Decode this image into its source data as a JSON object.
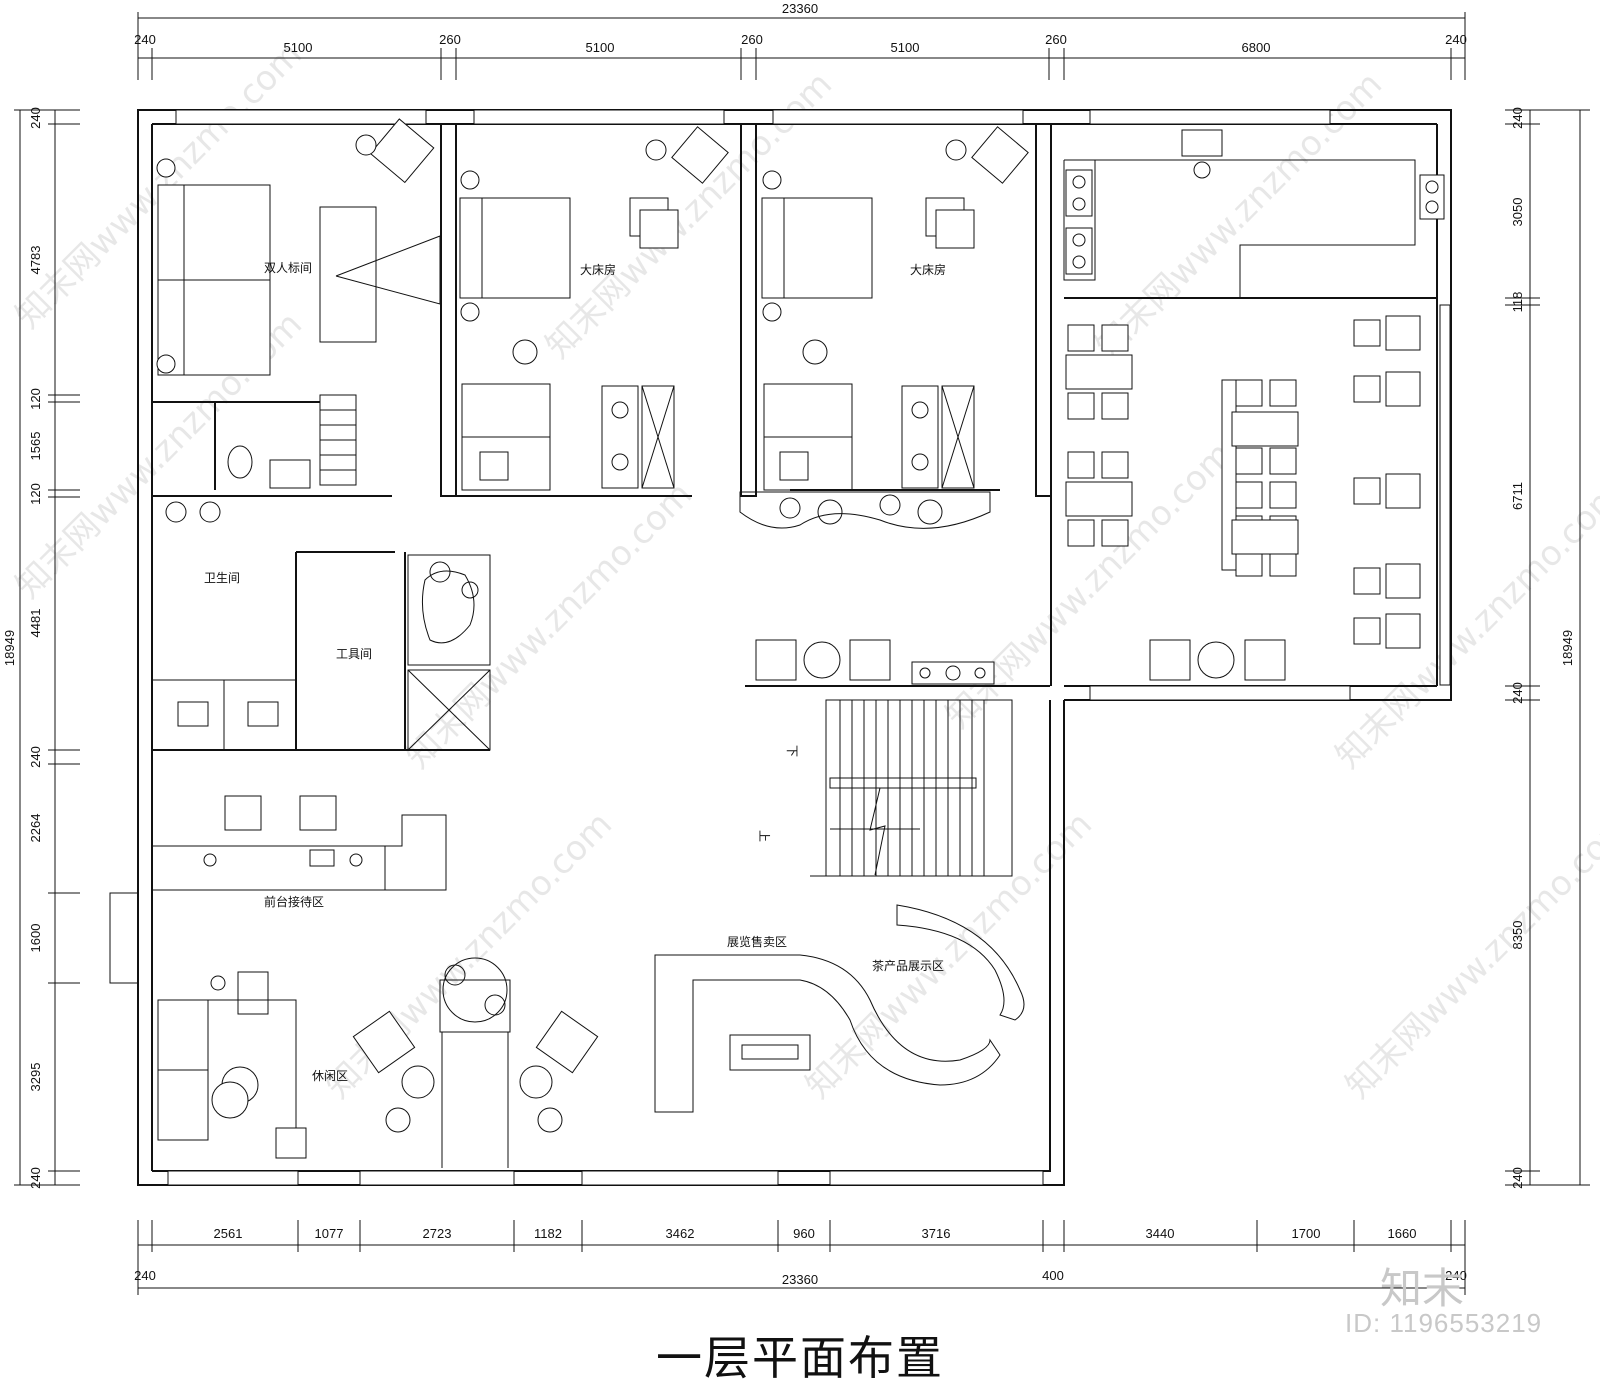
{
  "title": "一层平面布置",
  "rooms": {
    "twin_room": "双人标间",
    "king_room_1": "大床房",
    "king_room_2": "大床房",
    "restroom": "卫生间",
    "tool_room": "工具间",
    "reception": "前台接待区",
    "exhibition": "展览售卖区",
    "tea_display": "茶产品展示区",
    "lounge": "休闲区"
  },
  "stair_labels": {
    "down": "下",
    "up": "上"
  },
  "dimensions": {
    "top_total": "23360",
    "top": [
      "240",
      "5100",
      "260",
      "5100",
      "260",
      "5100",
      "260",
      "6800",
      "240"
    ],
    "bottom": [
      "2561",
      "1077",
      "2723",
      "1182",
      "3462",
      "960",
      "3716",
      "3440",
      "1700",
      "1660"
    ],
    "bottom_total": "23360",
    "bottom_left": "240",
    "bottom_mid": "400",
    "bottom_right": "240",
    "left": [
      "240",
      "4783",
      "120",
      "1565",
      "120",
      "4481",
      "240",
      "2264",
      "1600",
      "3295",
      "240"
    ],
    "left_total": "18949",
    "right": [
      "240",
      "3050",
      "118",
      "6711",
      "240",
      "8350",
      "240"
    ],
    "right_total": "18949"
  },
  "watermark": {
    "logo": "知末",
    "id_text": "ID: 1196553219",
    "site": "知末网www.znzmo.com"
  }
}
